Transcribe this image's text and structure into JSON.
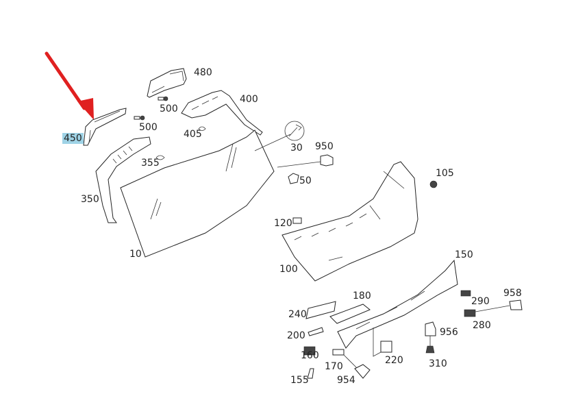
{
  "diagram": {
    "title": "Tailgate / rear window trim exploded parts diagram",
    "highlight_color": "#9fd3e6",
    "arrow_color": "#e02020",
    "highlighted_part": "450",
    "labels": {
      "p480": "480",
      "p500a": "500",
      "p500b": "500",
      "p400": "400",
      "p405": "405",
      "p450": "450",
      "p355": "355",
      "p350": "350",
      "p10": "10",
      "p30": "30",
      "p950": "950",
      "p50": "50",
      "p105": "105",
      "p120": "120",
      "p100": "100",
      "p150": "150",
      "p180": "180",
      "p240": "240",
      "p200": "200",
      "p160": "160",
      "p170": "170",
      "p155": "155",
      "p954": "954",
      "p220": "220",
      "p956": "956",
      "p310": "310",
      "p290": "290",
      "p280": "280",
      "p958": "958"
    }
  }
}
